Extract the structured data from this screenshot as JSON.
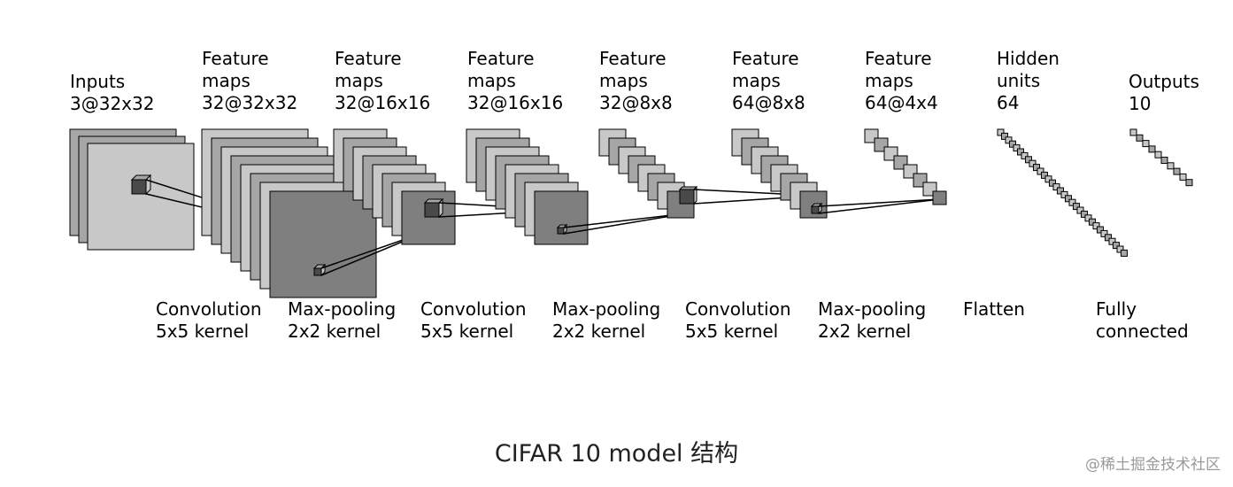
{
  "layers": [
    {
      "id": "inputs",
      "lines": [
        "Inputs",
        "3@32x32"
      ]
    },
    {
      "id": "fm1",
      "lines": [
        "Feature",
        "maps",
        "32@32x32"
      ]
    },
    {
      "id": "fm2",
      "lines": [
        "Feature",
        "maps",
        "32@16x16"
      ]
    },
    {
      "id": "fm3",
      "lines": [
        "Feature",
        "maps",
        "32@16x16"
      ]
    },
    {
      "id": "fm4",
      "lines": [
        "Feature",
        "maps",
        "32@8x8"
      ]
    },
    {
      "id": "fm5",
      "lines": [
        "Feature",
        "maps",
        "64@8x8"
      ]
    },
    {
      "id": "fm6",
      "lines": [
        "Feature",
        "maps",
        "64@4x4"
      ]
    },
    {
      "id": "hidden",
      "lines": [
        "Hidden",
        "units",
        "64"
      ]
    },
    {
      "id": "outputs",
      "lines": [
        "Outputs",
        "10"
      ]
    }
  ],
  "operations": [
    {
      "id": "conv1",
      "lines": [
        "Convolution",
        "5x5 kernel"
      ]
    },
    {
      "id": "pool1",
      "lines": [
        "Max-pooling",
        "2x2 kernel"
      ]
    },
    {
      "id": "conv2",
      "lines": [
        "Convolution",
        "5x5 kernel"
      ]
    },
    {
      "id": "pool2",
      "lines": [
        "Max-pooling",
        "2x2 kernel"
      ]
    },
    {
      "id": "conv3",
      "lines": [
        "Convolution",
        "5x5 kernel"
      ]
    },
    {
      "id": "pool3",
      "lines": [
        "Max-pooling",
        "2x2 kernel"
      ]
    },
    {
      "id": "flatten",
      "lines": [
        "Flatten"
      ]
    },
    {
      "id": "fc",
      "lines": [
        "Fully",
        "connected"
      ]
    }
  ],
  "caption": "CIFAR 10 model 结构",
  "watermark": "@稀土掘金技术社区",
  "colors": {
    "map_light": "#c8c8c8",
    "map_mid": "#a6a6a6",
    "map_dark": "#7f7f7f",
    "kernel": "#4a4a4a",
    "stroke": "#000000"
  }
}
